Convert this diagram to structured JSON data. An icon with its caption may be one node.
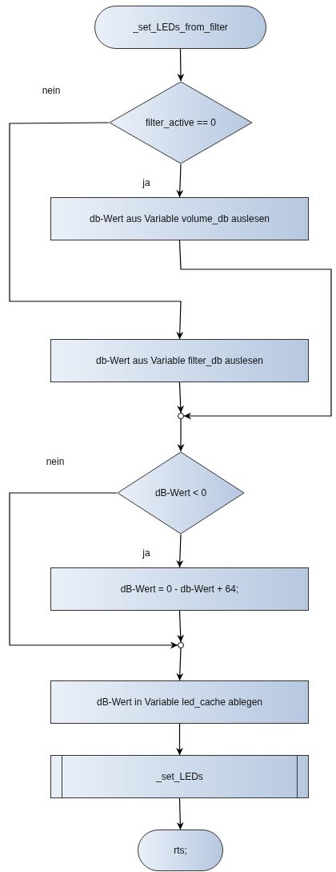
{
  "diagram": {
    "nodes": [
      {
        "text": [
          "_set_LEDs_from_filter"
        ]
      },
      {
        "text": [
          "filter_active == 0"
        ]
      },
      {
        "text": [
          "db-Wert aus Variable volume_db auslesen"
        ]
      },
      {
        "text": [
          "db-Wert aus Variable filter_db auslesen"
        ]
      },
      {
        "text": [],
        "shape": "circle"
      },
      {
        "text": [
          "dB-Wert < 0"
        ]
      },
      {
        "text": [
          "dB-Wert = 0 - db-Wert + 64;"
        ]
      },
      {
        "text": [],
        "shape": "circle"
      },
      {
        "text": [
          "dB-Wert in Variable led_cache ablegen"
        ]
      },
      {
        "text": [
          "_set_LEDs"
        ]
      },
      {
        "text": [
          "rts;"
        ]
      }
    ],
    "edges": [
      {
        "from": 0,
        "to": 1,
        "arrow": "to"
      },
      {
        "from": 1,
        "to": 3,
        "arrow": "to",
        "label": "nein"
      },
      {
        "from": 1,
        "to": 2,
        "arrow": "to",
        "label": "ja"
      },
      {
        "from": 2,
        "to": 4,
        "arrow": "to"
      },
      {
        "from": 3,
        "to": 4,
        "arrow": "to"
      },
      {
        "from": 4,
        "to": 5,
        "arrow": "to"
      },
      {
        "from": 5,
        "to": 7,
        "arrow": "to",
        "label": "nein"
      },
      {
        "from": 5,
        "to": 6,
        "arrow": "to",
        "label": "ja"
      },
      {
        "from": 6,
        "to": 7,
        "arrow": "to"
      },
      {
        "from": 7,
        "to": 8,
        "arrow": "to"
      },
      {
        "from": 8,
        "to": 9,
        "arrow": "to"
      },
      {
        "from": 9,
        "to": 10,
        "arrow": "to"
      }
    ]
  }
}
